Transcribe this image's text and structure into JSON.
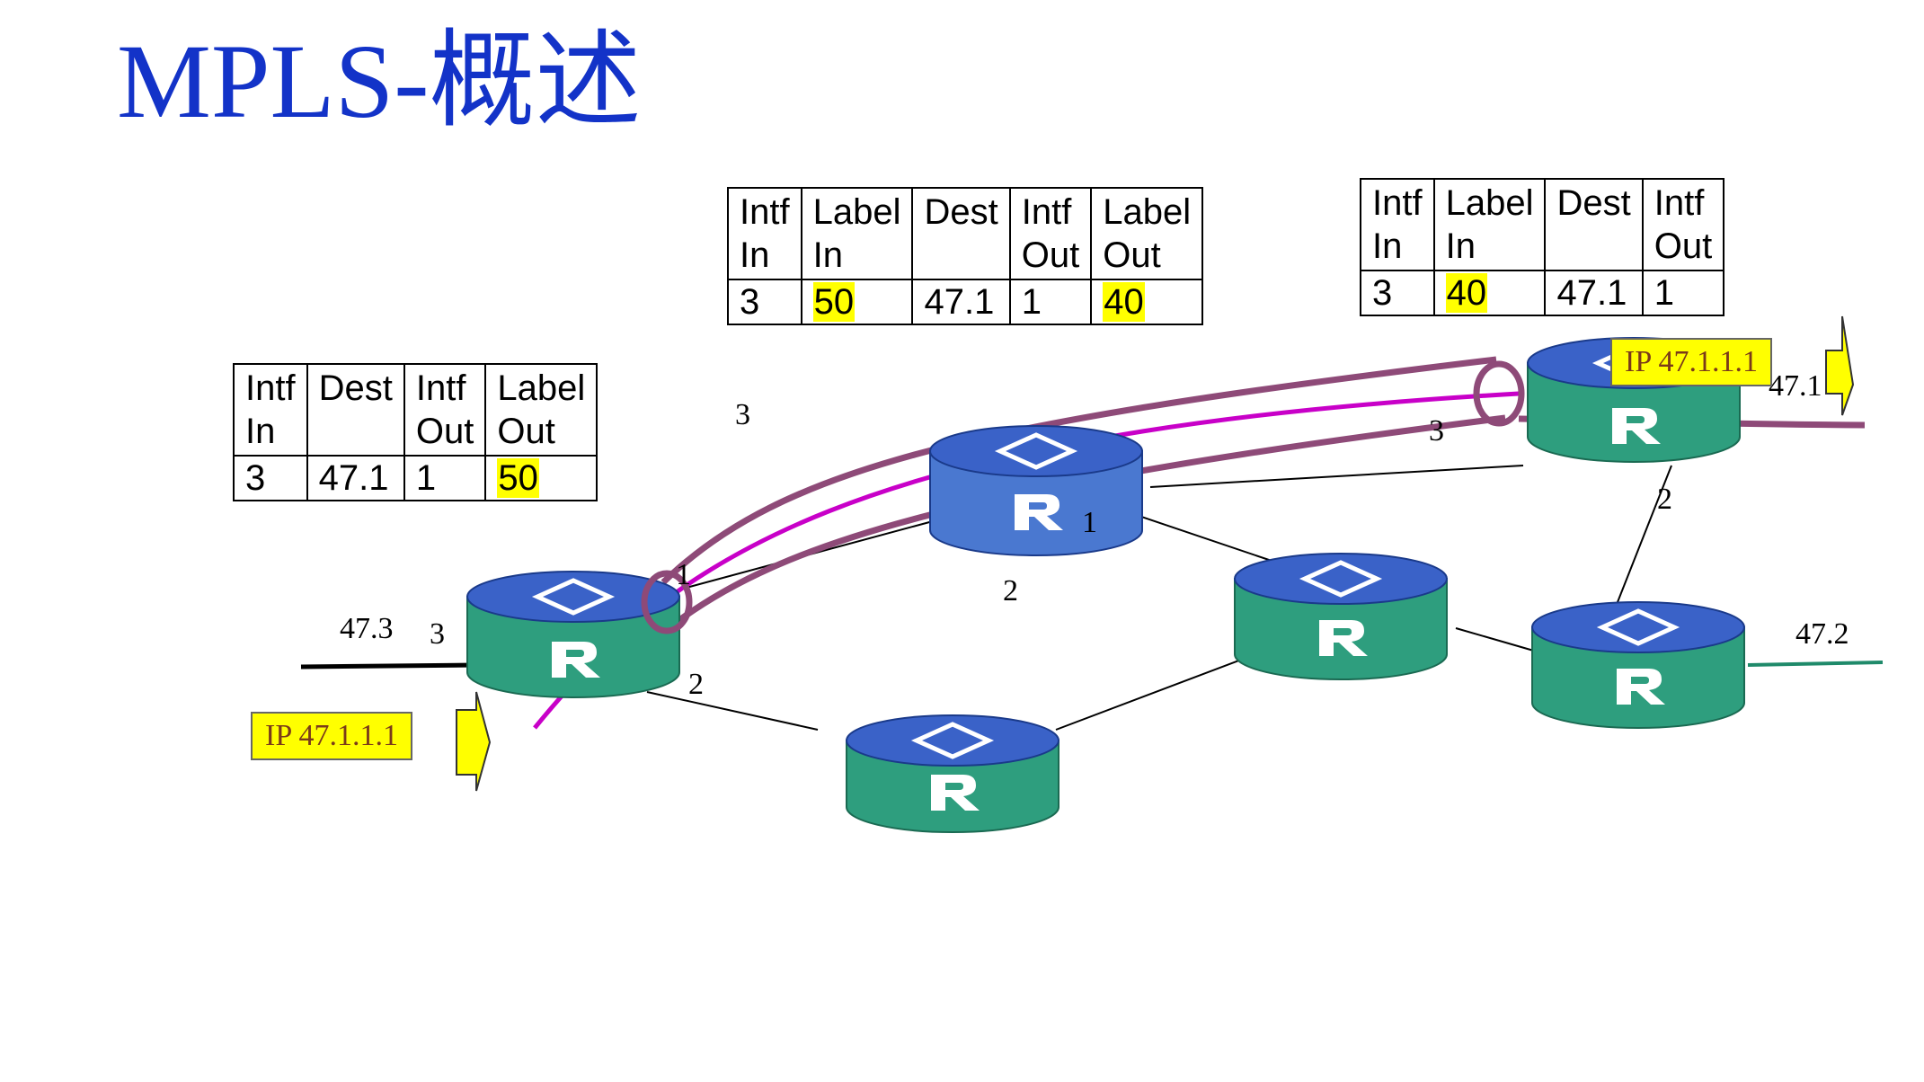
{
  "title": "MPLS-概述",
  "tables": {
    "ingress": {
      "headers": [
        [
          "Intf",
          "In"
        ],
        [
          "Dest",
          ""
        ],
        [
          "Intf",
          "Out"
        ],
        [
          "Label",
          "Out"
        ]
      ],
      "row": [
        "3",
        "47.1",
        "1",
        "50"
      ]
    },
    "core": {
      "headers": [
        [
          "Intf",
          "In"
        ],
        [
          "Label",
          "In"
        ],
        [
          "Dest",
          ""
        ],
        [
          "Intf",
          "Out"
        ],
        [
          "Label",
          "Out"
        ]
      ],
      "row": [
        "3",
        "50",
        "47.1",
        "1",
        "40"
      ]
    },
    "egress": {
      "headers": [
        [
          "Intf",
          "In"
        ],
        [
          "Label",
          "In"
        ],
        [
          "Dest",
          ""
        ],
        [
          "Intf",
          "Out"
        ]
      ],
      "row": [
        "3",
        "40",
        "47.1",
        "1"
      ]
    }
  },
  "packets": {
    "in": "IP 47.1.1.1",
    "out": "IP 47.1.1.1"
  },
  "labels": {
    "net_left": "47.3",
    "net_right": "47.2",
    "net_out_partial": "47.1",
    "ingress_if_left": "3",
    "ingress_if_bottom": "2",
    "ingress_if_top": "1",
    "core_if_left": "3",
    "core_if_right": "1",
    "core_if_bottom": "2",
    "egress_if_left": "3",
    "egress_if_bottom": "2"
  },
  "router_symbol": "R",
  "colors": {
    "title": "#1333c8",
    "router_green": "#2e9e7e",
    "router_blue": "#4a78d0",
    "router_top": "#3a62c8",
    "tunnel": "#8e4a78",
    "lsp": "#c800c8",
    "packet": "#ffff00",
    "highlight": "#ffff00"
  }
}
